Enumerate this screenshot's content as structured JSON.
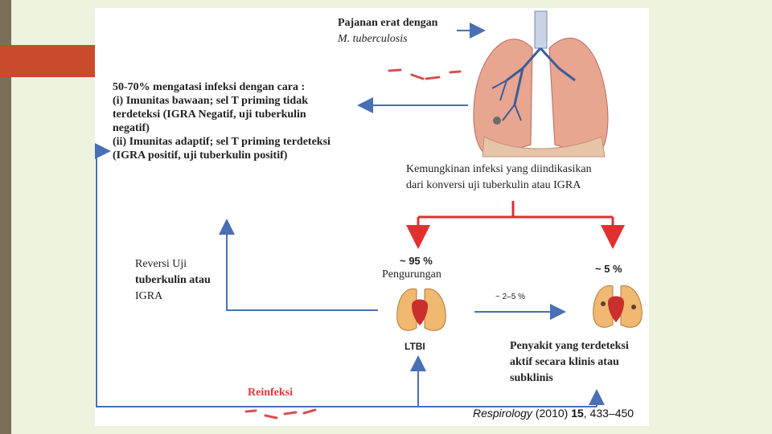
{
  "exposure": {
    "line1": "Pajanan erat dengan",
    "line2": "M. tuberculosis"
  },
  "innate": {
    "lines": [
      "50-70% mengatasi infeksi dengan cara :",
      "(i) Imunitas bawaan; sel T priming tidak",
      "terdeteksi (IGRA Negatif, uji tuberkulin",
      "negatif)",
      "(ii) Imunitas adaptif; sel T priming terdeteksi",
      "(IGRA positif, uji tuberkulin positif)"
    ]
  },
  "infection": {
    "line1": "Kemungkinan infeksi yang diindikasikan",
    "line2": "dari konversi uji tuberkulin atau IGRA"
  },
  "reversion": {
    "line1": "Reversi Uji",
    "line2": "tuberkulin atau",
    "line3": "IGRA"
  },
  "ltbi": {
    "pct": "~ 95 %",
    "label": "Pengurungan",
    "name": "LTBI"
  },
  "active": {
    "pct": "~ 5 %",
    "progress": "~ 2–5 %"
  },
  "disease": {
    "line1": "Penyakit yang terdeteksi",
    "line2": "aktif secara klinis atau",
    "line3": "subklinis"
  },
  "reinfection": {
    "label": "Reinfeksi"
  },
  "citation": {
    "journal": "Respirology",
    "year": "(2010)",
    "volume": "15",
    "pages": ", 433–450"
  },
  "colors": {
    "blue_arrow": "#4a6fb5",
    "red_arrow": "#e03030",
    "lung": "#e8a590",
    "small_lung": "#f0b870",
    "heart": "#c9302c"
  }
}
